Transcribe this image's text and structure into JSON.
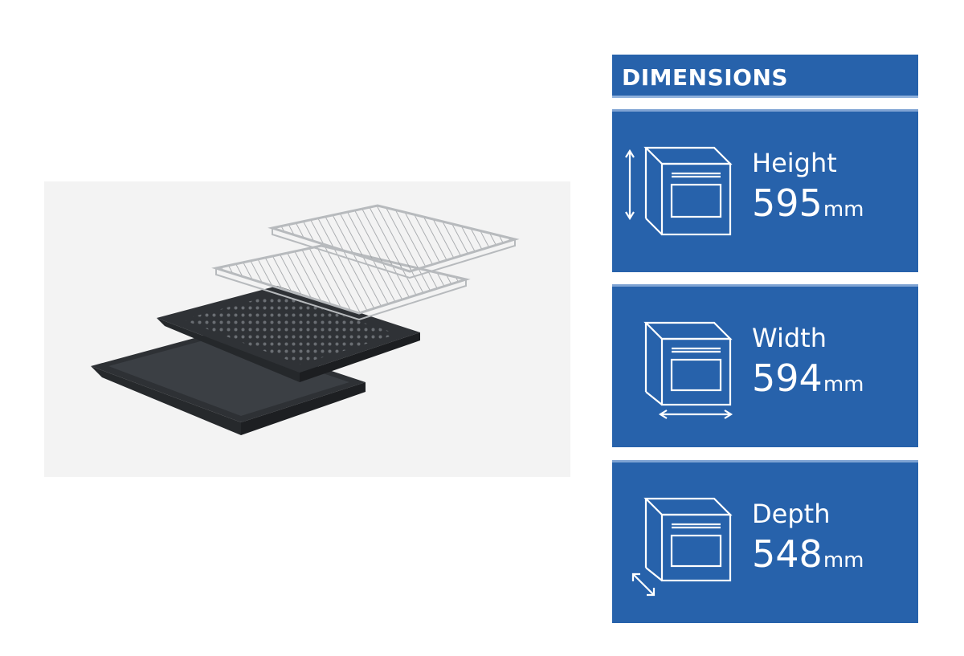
{
  "header": {
    "title": "DIMENSIONS"
  },
  "dimensions": [
    {
      "label": "Height",
      "value": "595",
      "unit": "mm",
      "icon": "oven-height-icon"
    },
    {
      "label": "Width",
      "value": "594",
      "unit": "mm",
      "icon": "oven-width-icon"
    },
    {
      "label": "Depth",
      "value": "548",
      "unit": "mm",
      "icon": "oven-depth-icon"
    }
  ],
  "colors": {
    "panel": "#2762ab",
    "text": "#ffffff",
    "photo_bg": "#f3f3f3"
  }
}
